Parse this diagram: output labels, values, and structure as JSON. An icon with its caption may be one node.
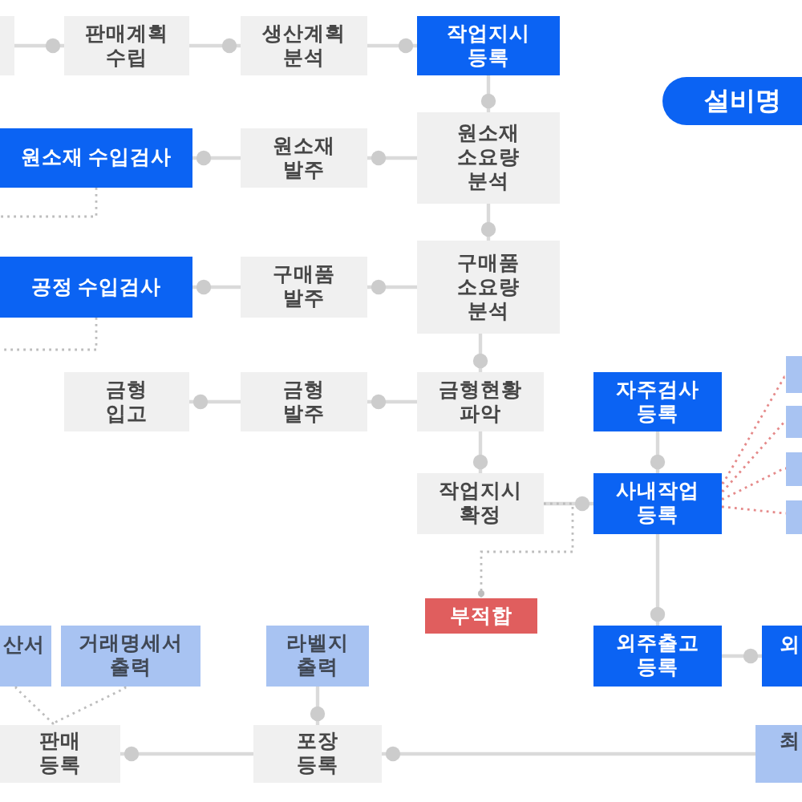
{
  "diagram": {
    "nodes": [
      {
        "text": [],
        "shape": "box"
      },
      {
        "text": [
          "판매계획 수립"
        ]
      },
      {
        "text": [
          "생산계획 분석"
        ]
      },
      {
        "text": [
          "작업지시 등록"
        ]
      },
      {
        "text": [
          "설비명"
        ]
      },
      {
        "text": [
          "원소재 수입검사"
        ]
      },
      {
        "text": [
          "원소재 발주"
        ]
      },
      {
        "text": [
          "원소재 소요량 분석"
        ]
      },
      {
        "text": [
          "공정 수입검사"
        ]
      },
      {
        "text": [
          "구매품 발주"
        ]
      },
      {
        "text": [
          "구매품 소요량 분석"
        ]
      },
      {
        "text": [],
        "shape": "box"
      },
      {
        "text": [
          "금형 입고"
        ]
      },
      {
        "text": [
          "금형 발주"
        ]
      },
      {
        "text": [
          "금형현황 파악"
        ]
      },
      {
        "text": [
          "자주검사 등록"
        ]
      },
      {
        "text": [],
        "shape": "box"
      },
      {
        "text": [],
        "shape": "box"
      },
      {
        "text": [
          "작업지시 확정"
        ]
      },
      {
        "text": [
          "사내작업 등록"
        ]
      },
      {
        "text": [],
        "shape": "box"
      },
      {
        "text": [
          "부적합"
        ]
      },
      {
        "text": [
          "산서"
        ]
      },
      {
        "text": [
          "거래명세서 출력"
        ]
      },
      {
        "text": [
          "라벨지 출력"
        ]
      },
      {
        "text": [
          "외주출고 등록"
        ]
      },
      {
        "text": [
          "외"
        ]
      },
      {
        "text": [
          "판매 등록"
        ]
      },
      {
        "text": [
          "포장 등록"
        ]
      },
      {
        "text": [
          "최"
        ]
      }
    ],
    "edges": [
      {
        "from": 0,
        "to": 1,
        "arrow": "other"
      },
      {
        "from": 1,
        "to": 2,
        "arrow": "other"
      },
      {
        "from": 2,
        "to": 3,
        "arrow": "other"
      },
      {
        "from": 3,
        "to": 7,
        "arrow": "other"
      },
      {
        "from": 7,
        "to": 6,
        "arrow": "other"
      },
      {
        "from": 6,
        "to": 5,
        "arrow": "other"
      },
      {
        "from": 5,
        "to": null,
        "arrow": "none",
        "style": "dashed"
      },
      {
        "from": 7,
        "to": 10,
        "arrow": "other"
      },
      {
        "from": 10,
        "to": 9,
        "arrow": "other"
      },
      {
        "from": 9,
        "to": 8,
        "arrow": "other"
      },
      {
        "from": 8,
        "to": null,
        "arrow": "none",
        "style": "dashed"
      },
      {
        "from": 10,
        "to": 14,
        "arrow": "other"
      },
      {
        "from": 14,
        "to": 13,
        "arrow": "other"
      },
      {
        "from": 13,
        "to": 12,
        "arrow": "other"
      },
      {
        "from": 14,
        "to": 18,
        "arrow": "other"
      },
      {
        "from": 18,
        "to": 19,
        "arrow": "other"
      },
      {
        "from": 15,
        "to": 19,
        "arrow": "other"
      },
      {
        "from": 18,
        "to": 21,
        "arrow": "other",
        "style": "dashed"
      },
      {
        "from": 19,
        "to": 11,
        "arrow": "none",
        "style": "dashed",
        "color": "#e58a8a"
      },
      {
        "from": 19,
        "to": 16,
        "arrow": "none",
        "style": "dashed",
        "color": "#e58a8a"
      },
      {
        "from": 19,
        "to": 17,
        "arrow": "none",
        "style": "dashed",
        "color": "#e58a8a"
      },
      {
        "from": 19,
        "to": 20,
        "arrow": "none",
        "style": "dashed",
        "color": "#e58a8a"
      },
      {
        "from": 19,
        "to": 25,
        "arrow": "other"
      },
      {
        "from": 25,
        "to": 26,
        "arrow": "other"
      },
      {
        "from": 22,
        "to": 27,
        "arrow": "none",
        "style": "dashed"
      },
      {
        "from": 23,
        "to": 27,
        "arrow": "none",
        "style": "dashed"
      },
      {
        "from": 24,
        "to": 28,
        "arrow": "other"
      },
      {
        "from": 28,
        "to": 27,
        "arrow": "other"
      },
      {
        "from": 29,
        "to": 28,
        "arrow": "other"
      }
    ]
  }
}
